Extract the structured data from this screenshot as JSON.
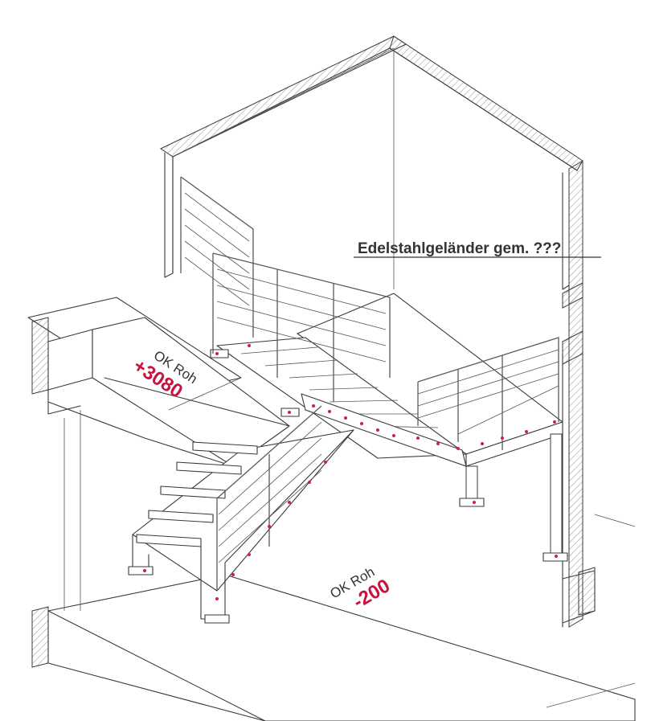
{
  "annotations": {
    "railing_note": "Edelstahlgeländer gem. ???",
    "upper_level_label": "OK Roh",
    "upper_level_value": "+3080",
    "lower_level_label": "OK Roh",
    "lower_level_value": "-200"
  },
  "colors": {
    "line": "#3a3a3a",
    "level_value": "#c8143c",
    "bolt": "#d0204a"
  }
}
